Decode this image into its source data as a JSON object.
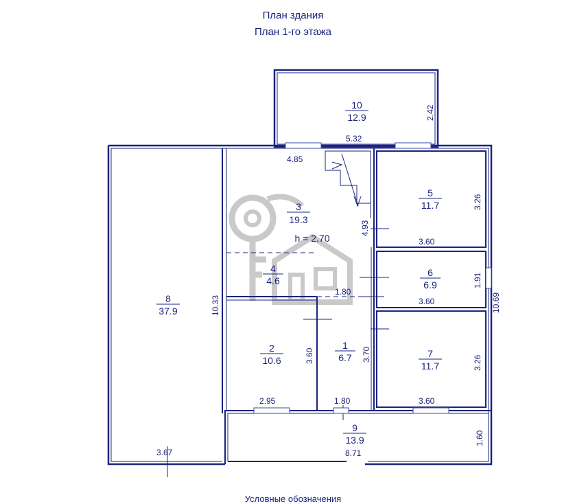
{
  "header": {
    "title": "План здания",
    "subtitle": "План 1-го этажа"
  },
  "legend": {
    "label": "Условные обозначения"
  },
  "colors": {
    "ink": "#1a237e",
    "wall": "#1a237e",
    "watermark": "#9e9e9e",
    "window": "#3949ab"
  },
  "rooms": [
    {
      "id": "1",
      "area": "6.7"
    },
    {
      "id": "2",
      "area": "10.6"
    },
    {
      "id": "3",
      "area": "19.3",
      "note": "h = 2.70"
    },
    {
      "id": "4",
      "area": "4.6"
    },
    {
      "id": "5",
      "area": "11.7"
    },
    {
      "id": "6",
      "area": "6.9"
    },
    {
      "id": "7",
      "area": "11.7"
    },
    {
      "id": "8",
      "area": "37.9"
    },
    {
      "id": "9",
      "area": "13.9"
    },
    {
      "id": "10",
      "area": "12.9"
    }
  ],
  "dimensions": {
    "d_5_32": "5.32",
    "d_2_42": "2.42",
    "d_4_85": "4.85",
    "d_4_93": "4.93",
    "d_3_26_top": "3.26",
    "d_3_60_r5": "3.60",
    "d_1_91": "1.91",
    "d_3_60_r6": "3.60",
    "d_10_69": "10.69",
    "d_1_80_mid": "1.80",
    "d_3_70": "3.70",
    "d_3_26_bottom": "3.26",
    "d_3_60_r7": "3.60",
    "d_10_33": "10.33",
    "d_3_60_r2": "3.60",
    "d_2_95": "2.95",
    "d_1_80_bottom": "1.80",
    "d_3_67": "3.67",
    "d_8_71": "8.71",
    "d_1_60": "1.60"
  }
}
